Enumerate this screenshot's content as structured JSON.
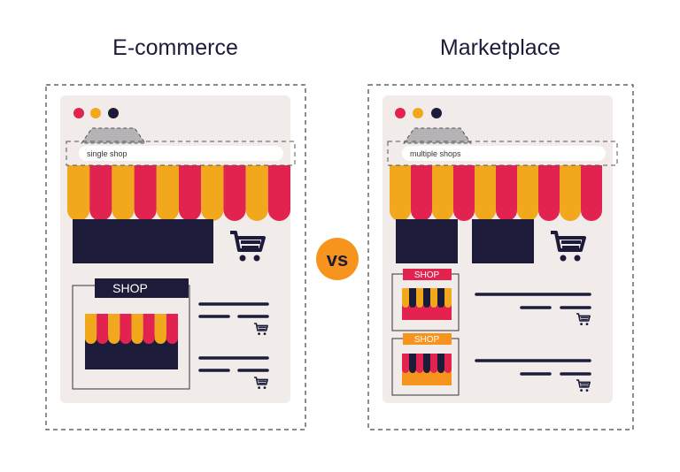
{
  "left": {
    "title": "E-commerce",
    "url_text": "single shop",
    "shop_label": "SHOP"
  },
  "right": {
    "title": "Marketplace",
    "url_text": "multiple shops",
    "shop_labels": [
      "SHOP",
      "SHOP"
    ]
  },
  "vs_label": "vs",
  "colors": {
    "orange": "#f2a81d",
    "red": "#e3234f",
    "navy": "#1c1c3a",
    "panel": "#f1ebe9",
    "vs": "#f7941d",
    "tab": "#b5b3b5"
  },
  "icons": [
    "cart-icon",
    "window-dots-icon"
  ]
}
